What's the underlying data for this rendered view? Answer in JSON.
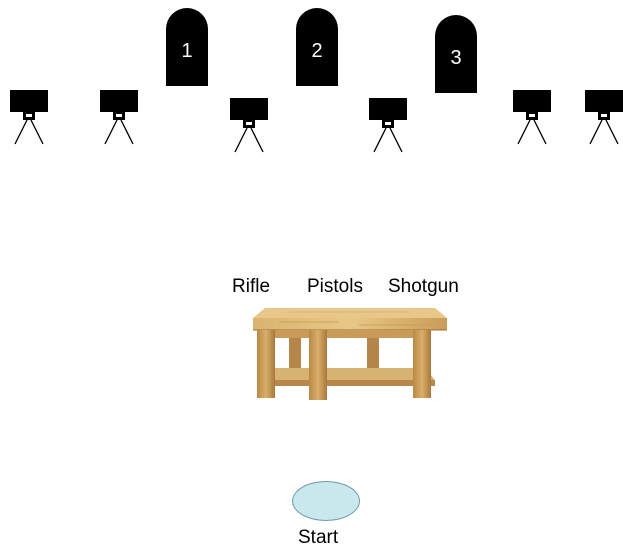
{
  "targets": [
    {
      "label": "1"
    },
    {
      "label": "2"
    },
    {
      "label": "3"
    }
  ],
  "table": {
    "labels": [
      "Rifle",
      "Pistols",
      "Shotgun"
    ]
  },
  "start": {
    "label": "Start"
  },
  "colors": {
    "target": "#000000",
    "start_pad": "#c8e8ee",
    "table_wood": "#c49a55"
  }
}
